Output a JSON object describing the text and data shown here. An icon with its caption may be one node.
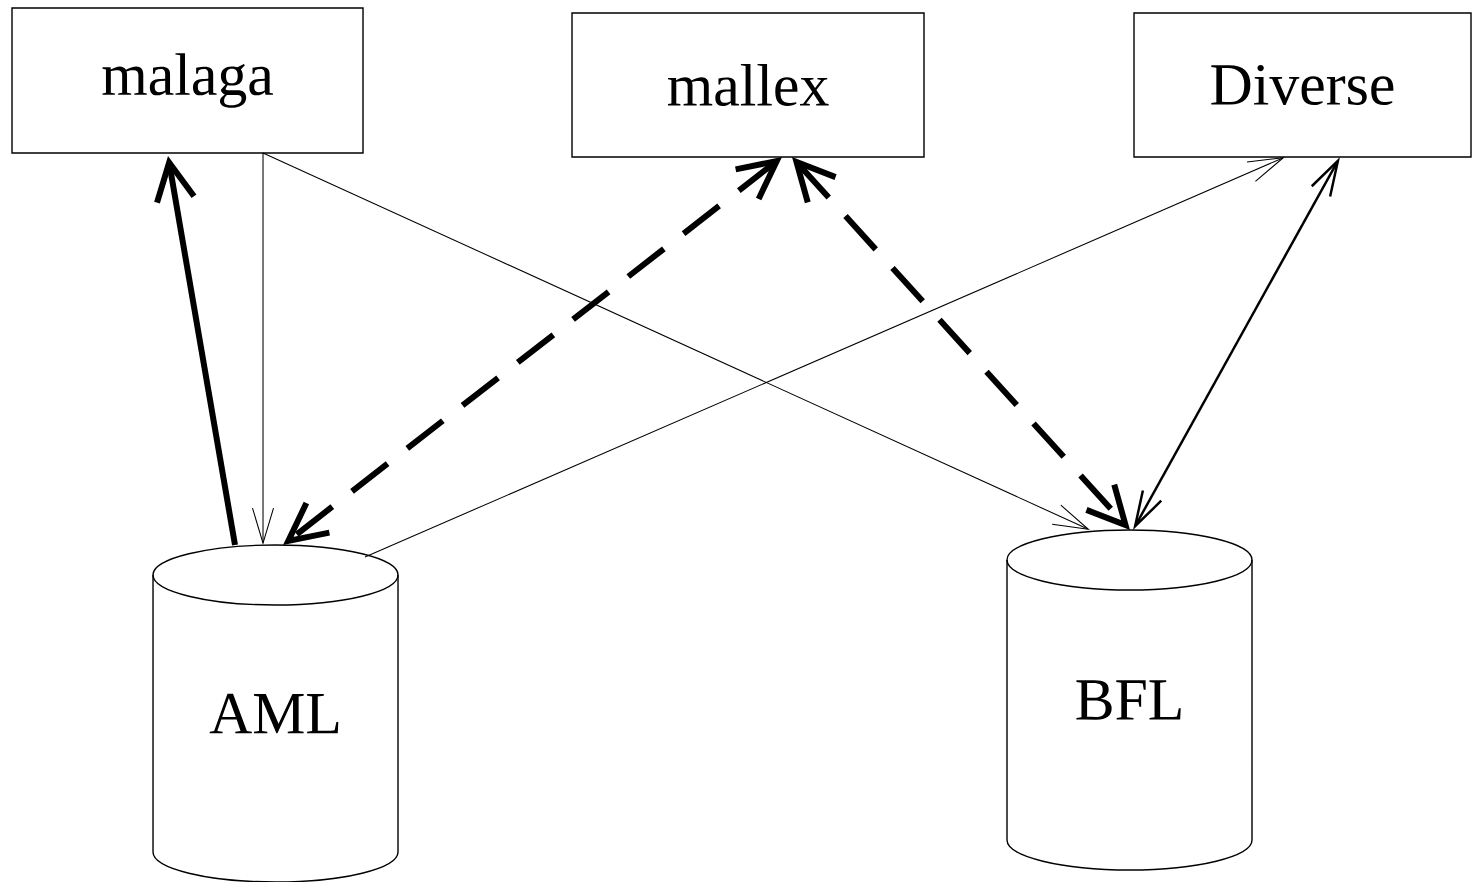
{
  "diagram": {
    "nodes": [
      {
        "text": [
          "malaga"
        ]
      },
      {
        "text": [
          "mallex"
        ]
      },
      {
        "text": [
          "Diverse"
        ]
      },
      {
        "text": [
          "AML"
        ]
      },
      {
        "text": [
          "BFL"
        ]
      }
    ],
    "edges": [
      {
        "from": 3,
        "to": 0,
        "arrow": "to",
        "style": "thick"
      },
      {
        "from": 0,
        "to": 3,
        "arrow": "to"
      },
      {
        "from": 0,
        "to": 4,
        "arrow": "to"
      },
      {
        "from": 3,
        "to": 2,
        "arrow": "to"
      },
      {
        "from": 1,
        "to": 3,
        "arrow": "both",
        "style": "dashed"
      },
      {
        "from": 1,
        "to": 4,
        "arrow": "both",
        "style": "dashed"
      },
      {
        "from": 2,
        "to": 4,
        "arrow": "both"
      }
    ]
  }
}
